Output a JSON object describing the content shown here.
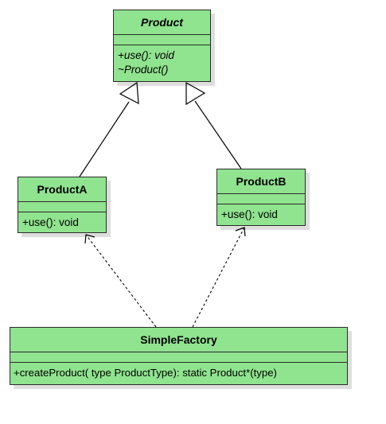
{
  "diagram": {
    "product": {
      "name": "Product",
      "operations": [
        "+use(): void",
        "~Product()"
      ]
    },
    "product_a": {
      "name": "ProductA",
      "operations": [
        "+use(): void"
      ]
    },
    "product_b": {
      "name": "ProductB",
      "operations": [
        "+use(): void"
      ]
    },
    "simple_factory": {
      "name": "SimpleFactory",
      "operations": [
        "+createProduct( type ProductType):  static Product*(type)"
      ]
    },
    "relations": [
      {
        "type": "generalization",
        "from": "ProductA",
        "to": "Product"
      },
      {
        "type": "generalization",
        "from": "ProductB",
        "to": "Product"
      },
      {
        "type": "dependency",
        "from": "SimpleFactory",
        "to": "ProductA"
      },
      {
        "type": "dependency",
        "from": "SimpleFactory",
        "to": "ProductB"
      }
    ],
    "colors": {
      "class_fill": "#90e38f",
      "border": "#2b2b2b",
      "line": "#000000"
    }
  }
}
